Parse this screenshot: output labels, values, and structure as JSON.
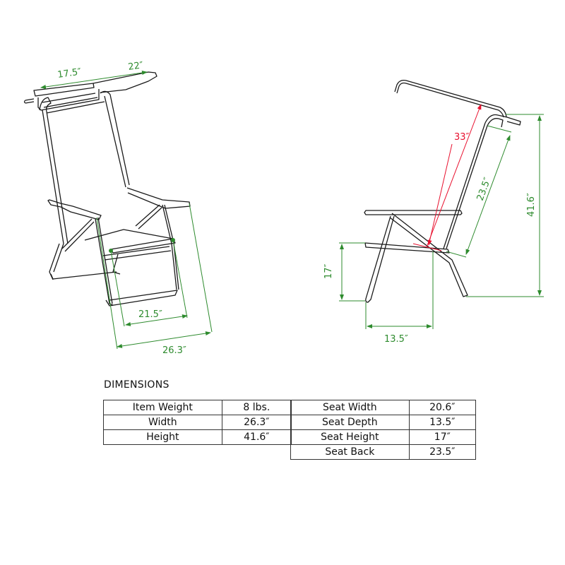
{
  "diagram": {
    "front_view": {
      "dimensions": {
        "canopy_front": "17.5″",
        "canopy_depth": "22″",
        "seat_width": "21.5″",
        "overall_width": "26.3″"
      }
    },
    "side_view": {
      "dimensions": {
        "canopy_height": "33″",
        "seat_back": "23.5″",
        "overall_height": "41.6″",
        "seat_height": "17″",
        "seat_depth": "13.5″"
      }
    },
    "colors": {
      "line": "#1a1a1a",
      "dimension": "#2e8b2e",
      "highlight": "#e8102e"
    }
  },
  "spec_section": {
    "title": "DIMENSIONS",
    "left_table": [
      {
        "label": "Item Weight",
        "value": "8 lbs."
      },
      {
        "label": "Width",
        "value": "26.3″"
      },
      {
        "label": "Height",
        "value": "41.6″"
      }
    ],
    "right_table": [
      {
        "label": "Seat Width",
        "value": "20.6″"
      },
      {
        "label": "Seat Depth",
        "value": "13.5″"
      },
      {
        "label": "Seat Height",
        "value": "17″"
      },
      {
        "label": "Seat Back",
        "value": "23.5″"
      }
    ]
  }
}
